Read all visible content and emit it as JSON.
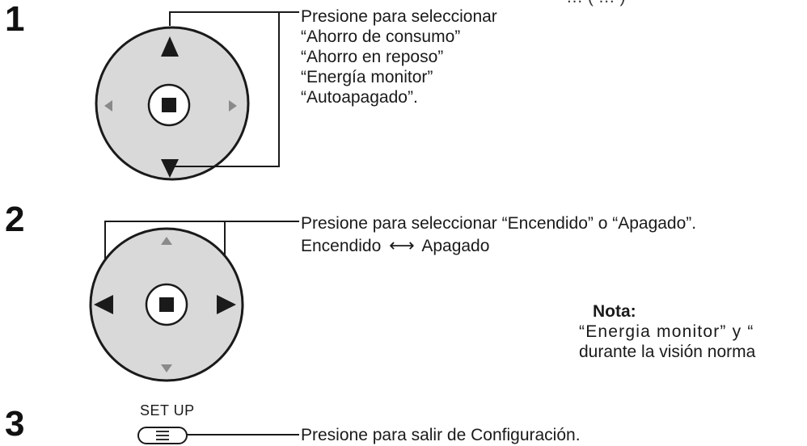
{
  "top_cut_text": "… ( … )",
  "steps": {
    "s1": {
      "number": "1",
      "lines": [
        "Presione para seleccionar",
        "“Ahorro de consumo”",
        "“Ahorro en reposo”",
        "“Energía monitor”",
        "“Autoapagado”."
      ]
    },
    "s2": {
      "number": "2",
      "instruction": "Presione para seleccionar “Encendido” o “Apagado”.",
      "option_left": "Encendido",
      "option_right": "Apagado",
      "toggle_symbol": "⟷"
    },
    "s3": {
      "number": "3",
      "button_label": "SET UP",
      "button_icon": "menu-icon",
      "instruction": "Presione para salir de Configuración."
    }
  },
  "note": {
    "title": "Nota:",
    "lines": [
      "“Energia monitor” y “",
      "durante la visión norma"
    ]
  },
  "colors": {
    "pad_fill": "#d9d9d9",
    "pad_stroke": "#1a1a1a",
    "active_arrow": "#1a1a1a",
    "inactive_arrow": "#8a8a8a"
  }
}
